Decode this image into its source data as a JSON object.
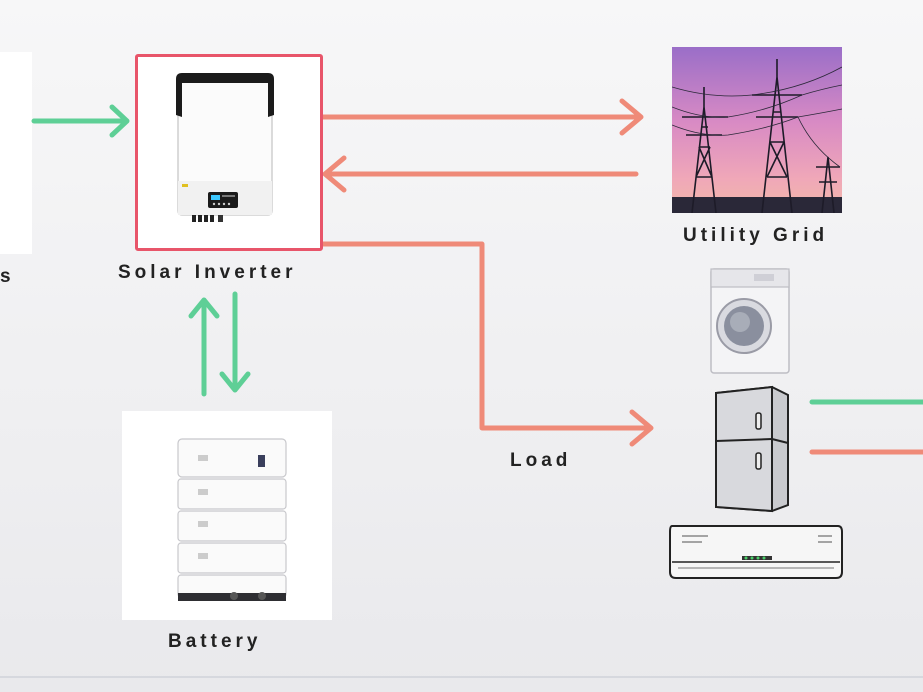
{
  "labels": {
    "partial_left": "s",
    "inverter": "Solar Inverter",
    "grid": "Utility Grid",
    "battery": "Battery",
    "load": "Load"
  },
  "colors": {
    "green_arrow": "#5ecf96",
    "red_arrow": "#ef8a78",
    "inverter_border": "#e8556a"
  },
  "icons": [
    "solar-inverter-icon",
    "utility-grid-photo",
    "battery-stack-icon",
    "washing-machine-icon",
    "refrigerator-icon",
    "air-conditioner-icon"
  ]
}
